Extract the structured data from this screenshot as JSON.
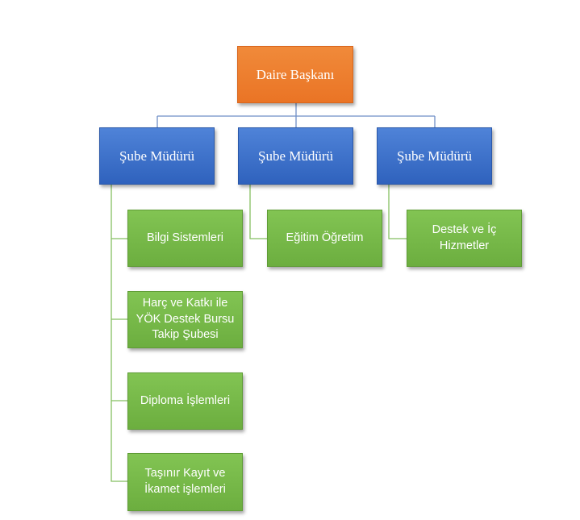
{
  "root": {
    "label": "Daire Başkanı"
  },
  "managers": [
    {
      "label": "Şube Müdürü",
      "units": [
        {
          "label": "Bilgi Sistemleri"
        },
        {
          "label": "Harç ve Katkı ile YÖK Destek Bursu Takip  Şubesi"
        },
        {
          "label": "Diploma İşlemleri"
        },
        {
          "label": "Taşınır Kayıt ve İkamet işlemleri"
        }
      ]
    },
    {
      "label": "Şube Müdürü",
      "units": [
        {
          "label": "Eğitim Öğretim"
        }
      ]
    },
    {
      "label": "Şube Müdürü",
      "units": [
        {
          "label": "Destek ve İç Hizmetler"
        }
      ]
    }
  ],
  "colors": {
    "root": "#ED7D31",
    "manager": "#4472C4",
    "unit": "#70AD47",
    "connector_top": "#5B7FBF",
    "connector_bottom": "#7DB65A"
  }
}
